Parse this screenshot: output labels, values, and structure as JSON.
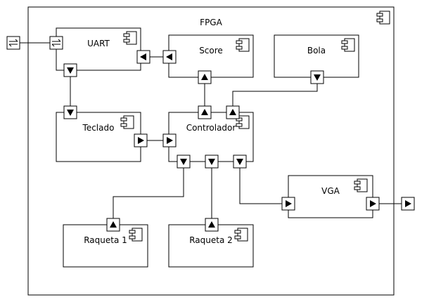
{
  "diagram": {
    "container_label": "FPGA",
    "components": {
      "uart": "UART",
      "score": "Score",
      "bola": "Bola",
      "teclado": "Teclado",
      "controlador": "Controlador",
      "vga": "VGA",
      "raqueta1": "Raqueta 1",
      "raqueta2": "Raqueta 2"
    },
    "component_icon": "component-icon",
    "port_icons": [
      "bidirectional-port-icon",
      "arrow-down-icon",
      "arrow-up-icon",
      "arrow-left-icon",
      "arrow-right-icon"
    ]
  }
}
